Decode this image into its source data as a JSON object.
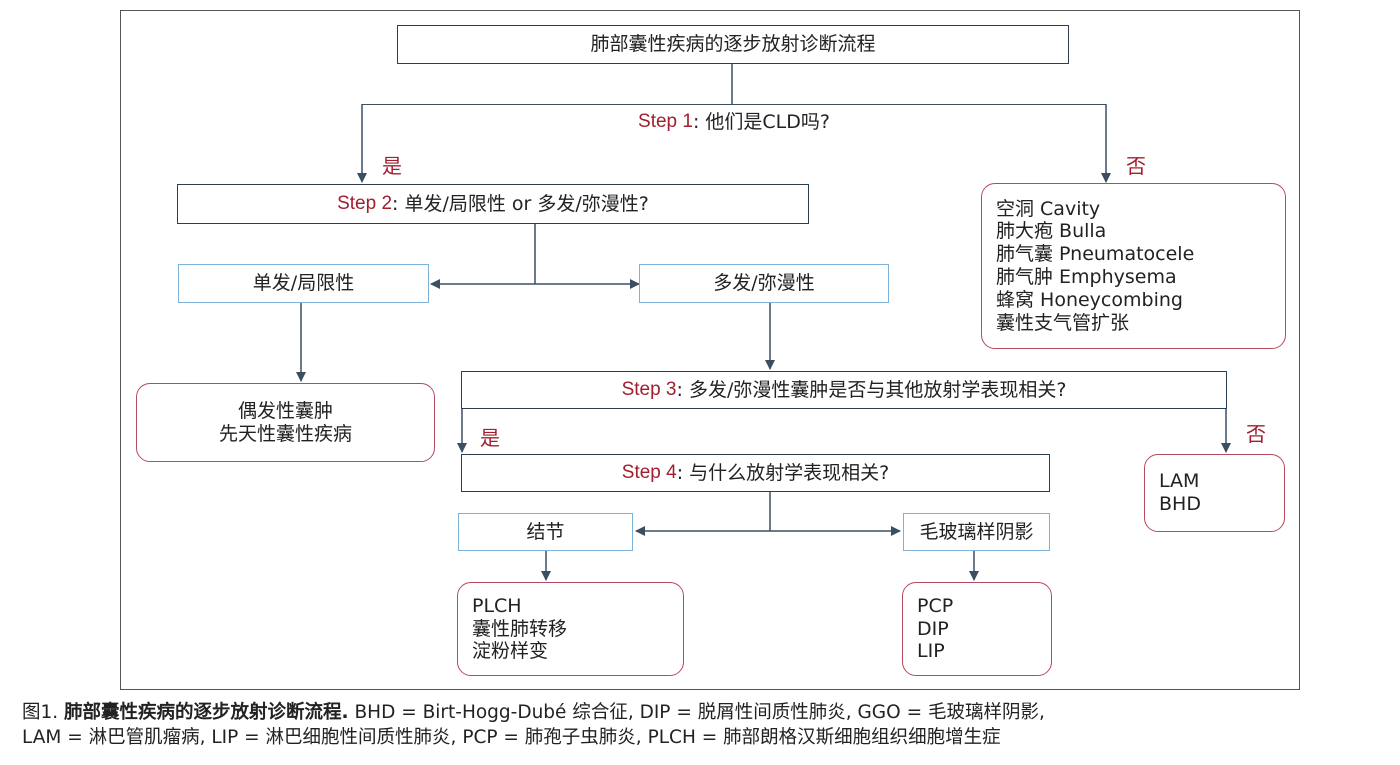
{
  "title": "肺部囊性疾病的逐步放射诊断流程",
  "step1": {
    "step": "Step 1",
    "question": ": 他们是CLD吗?"
  },
  "step2": {
    "step": "Step 2",
    "question": ": 单发/局限性 or 多发/弥漫性?"
  },
  "step3": {
    "step": "Step 3",
    "question": ": 多发/弥漫性囊肿是否与其他放射学表现相关?"
  },
  "step4": {
    "step": "Step 4",
    "question": ": 与什么放射学表现相关?"
  },
  "labels": {
    "yes1": "是",
    "no1": "否",
    "yes3": "是",
    "no3": "否"
  },
  "single_label": "单发/局限性",
  "multiple_label": "多发/弥漫性",
  "single_outcomes": [
    "偶发性囊肿",
    "先天性囊性疾病"
  ],
  "not_cld": [
    "空洞 Cavity",
    "肺大疱 Bulla",
    "肺气囊 Pneumatocele",
    "肺气肿 Emphysema",
    "蜂窝 Honeycombing",
    "囊性支气管扩张"
  ],
  "no_other": [
    "LAM",
    "BHD"
  ],
  "nodule_label": "结节",
  "ggo_label": "毛玻璃样阴影",
  "nodule_outcomes": [
    "PLCH",
    "囊性肺转移",
    "淀粉样变"
  ],
  "ggo_outcomes": [
    "PCP",
    "DIP",
    "LIP"
  ],
  "caption": {
    "figure": "图1.",
    "title": "肺部囊性疾病的逐步放射诊断流程.",
    "line1": "BHD = Birt-Hogg-Dubé 综合征, DIP = 脱屑性间质性肺炎, GGO = 毛玻璃样阴影,",
    "line2": "LAM = 淋巴管肌瘤病, LIP = 淋巴细胞性间质性肺炎, PCP = 肺孢子虫肺炎, PLCH = 肺部朗格汉斯细胞组织细胞增生症"
  },
  "colors": {
    "accent_red": "#a01f2e",
    "box_dark": "#2c3e50",
    "box_blue": "#7fb2d8",
    "box_red": "#b84a5e"
  }
}
